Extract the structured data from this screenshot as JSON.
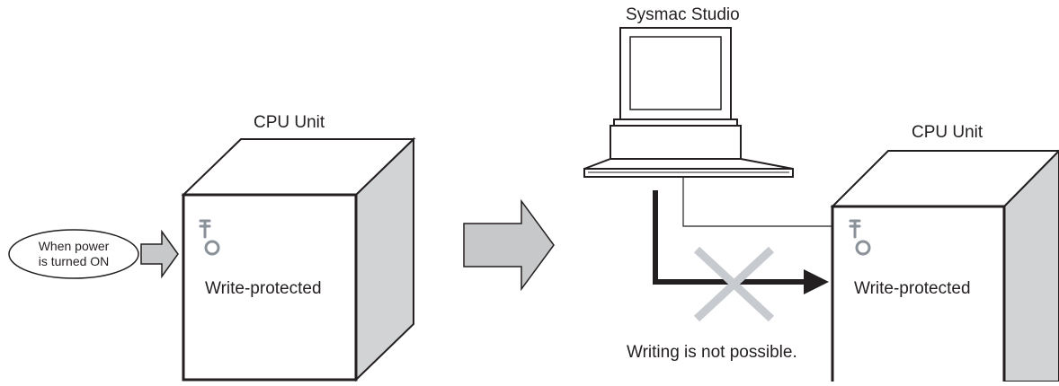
{
  "left_unit": {
    "title": "CPU Unit",
    "status": "Write-protected",
    "trigger_line1": "When power",
    "trigger_line2": "is turned ON"
  },
  "computer": {
    "title": "Sysmac Studio"
  },
  "right_unit": {
    "title": "CPU Unit",
    "status": "Write-protected",
    "result": "Writing is not possible."
  },
  "colors": {
    "outline": "#231f20",
    "cube_side": "#d2d3d5",
    "arrow_fill": "#c6c8ca",
    "key_icon": "#8a9199",
    "cross": "#c7cbcf"
  },
  "icons": [
    "key-icon",
    "key-icon",
    "laptop-icon",
    "cross-icon",
    "arrow-icon"
  ]
}
